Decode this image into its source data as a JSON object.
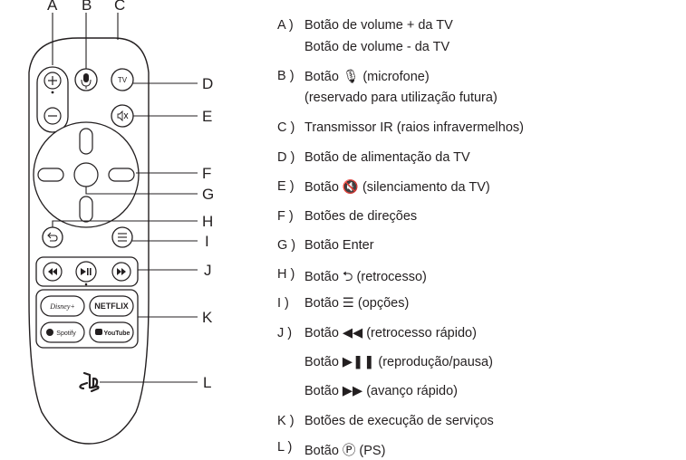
{
  "callouts": {
    "a": "A",
    "b": "B",
    "c": "C",
    "d": "D",
    "e": "E",
    "f": "F",
    "g": "G",
    "h": "H",
    "i": "I",
    "j": "J",
    "k": "K",
    "l": "L"
  },
  "remote": {
    "tv_label": "TV",
    "netflix_label": "NETFLIX",
    "disney_label": "Disney+",
    "spotify_label": "Spotify",
    "youtube_label": "YouTube",
    "colors": {
      "body_fill": "#ffffff",
      "outline": "#231f20",
      "leader": "#231f20"
    }
  },
  "legend": [
    {
      "letter": "A )",
      "lines": [
        "Botão de volume + da TV",
        "Botão de volume - da TV"
      ]
    },
    {
      "letter": "B )",
      "prefix": "Botão",
      "icon": "microphone-icon",
      "suffix": "(microfone)",
      "line2": "(reservado para utilização futura)"
    },
    {
      "letter": "C )",
      "text": "Transmissor IR (raios infravermelhos)"
    },
    {
      "letter": "D )",
      "text": "Botão de alimentação da TV"
    },
    {
      "letter": "E )",
      "prefix": "Botão",
      "icon": "mute-icon",
      "suffix": "(silenciamento da TV)"
    },
    {
      "letter": "F )",
      "text": "Botões de direções"
    },
    {
      "letter": "G )",
      "text": "Botão Enter"
    },
    {
      "letter": "H )",
      "prefix": "Botão",
      "icon": "back-icon",
      "suffix": "(retrocesso)"
    },
    {
      "letter": "I )",
      "prefix": "Botão",
      "icon": "options-icon",
      "suffix": "(opções)"
    },
    {
      "letter": "J )",
      "prefix": "Botão",
      "icon": "rewind-icon",
      "suffix": "(retrocesso rápido)"
    },
    {
      "letter": "",
      "prefix": "Botão",
      "icon": "play-pause-icon",
      "suffix": "(reprodução/pausa)"
    },
    {
      "letter": "",
      "prefix": "Botão",
      "icon": "fast-forward-icon",
      "suffix": "(avanço rápido)"
    },
    {
      "letter": "K )",
      "text": "Botões de execução de serviços"
    },
    {
      "letter": "L )",
      "prefix": "Botão",
      "icon": "ps-icon",
      "suffix": "(PS)"
    }
  ]
}
